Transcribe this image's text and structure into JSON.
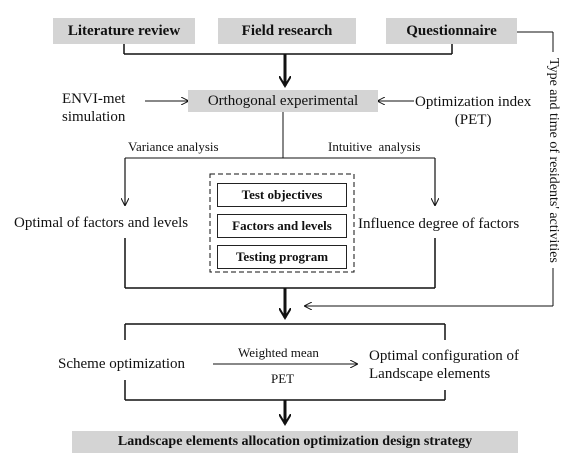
{
  "inputs": {
    "literature_review": "Literature review",
    "field_research": "Field research",
    "questionnaire": "Questionnaire"
  },
  "middle": {
    "envi_met_line1": "ENVI-met",
    "envi_met_line2": "simulation",
    "orthogonal": "Orthogonal experimental",
    "optimization_index_line1": "Optimization index",
    "optimization_index_line2": "(PET)"
  },
  "branches": {
    "variance_analysis": "Variance analysis",
    "intuitive_analysis": "Intuitive  analysis",
    "optimal_factors": "Optimal of factors and levels",
    "influence_degree": "Influence degree of factors"
  },
  "test_design": {
    "items": [
      "Test objectives",
      "Factors and levels",
      "Testing program"
    ]
  },
  "side_label": "Type and time of residents' activities",
  "scheme": {
    "scheme_optimization": "Scheme optimization",
    "weighted_mean": "Weighted mean",
    "pet": "PET",
    "optimal_config_line1": "Optimal configuration of",
    "optimal_config_line2": "Landscape elements"
  },
  "output": {
    "strategy": "Landscape elements allocation optimization design strategy"
  }
}
